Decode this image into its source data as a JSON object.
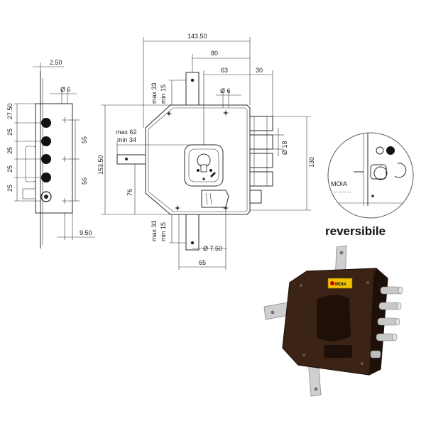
{
  "side_view": {
    "top_offset": "2.50",
    "hole_dia": "Ø 6",
    "pitches": [
      "27.50",
      "25",
      "25",
      "25",
      "25"
    ],
    "right_dims": [
      "55",
      "55"
    ],
    "bottom_offset": "9.50"
  },
  "front_view": {
    "overall_width": "143.50",
    "w80": "80",
    "w63": "63",
    "w30": "30",
    "hook_top": [
      "max 33",
      "min 15"
    ],
    "hole_dia": "Ø 6",
    "bolt_dia": "Ø 18",
    "height_total": "153.50",
    "height_case": "130",
    "throw": [
      "max 62",
      "min 34"
    ],
    "v76": "76",
    "hook_bottom": [
      "max 33",
      "min 15"
    ],
    "bottom_hole": "Ø 7.50",
    "w65": "65"
  },
  "detail": {
    "brand": "MOIA"
  },
  "photo": {
    "caption": "reversibile",
    "brand": "MOIA"
  },
  "colors": {
    "lock_body": "#3b2415",
    "lock_dark": "#1e1009",
    "steel": "#c8c8c8",
    "ink": "#2b2b2b"
  }
}
